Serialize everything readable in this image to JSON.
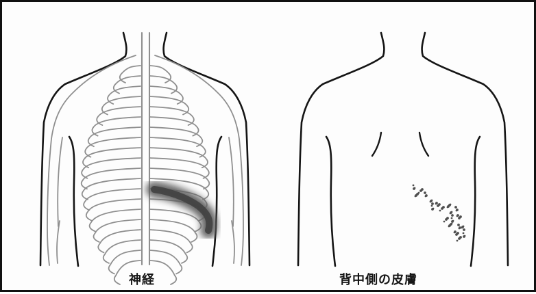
{
  "captions": {
    "left": "神経",
    "right": "背中側の皮膚"
  },
  "colors": {
    "outline": "#151515",
    "nerve": "#8f8f8f",
    "shingles_band": "#5f5f5f",
    "rash_dots": "#4f4f4f"
  },
  "icons": {
    "left_figure": "nerve-back-illustration",
    "right_figure": "skin-back-illustration"
  }
}
